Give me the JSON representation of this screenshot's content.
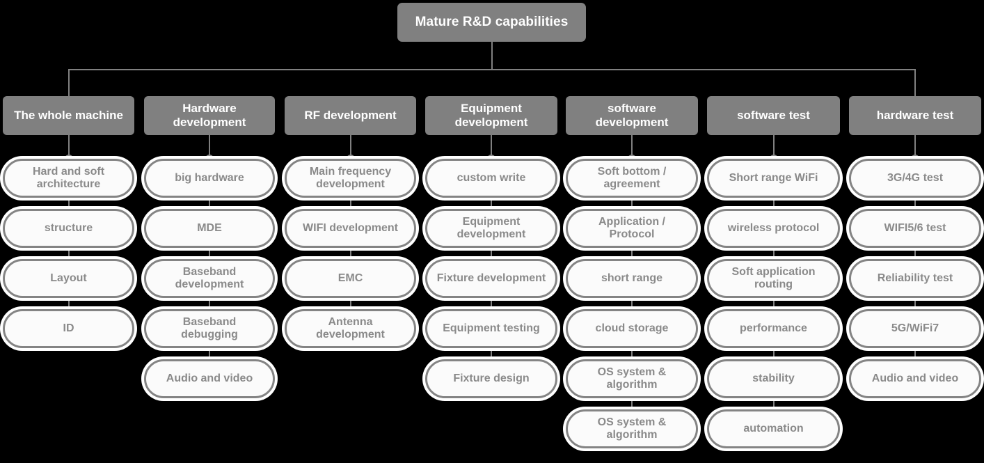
{
  "diagram": {
    "type": "org-tree",
    "root": {
      "label": "Mature R&D capabilities"
    },
    "colors": {
      "background": "#000000",
      "node_fill": "#808080",
      "node_text": "#ffffff",
      "card_fill": "#fbfbfb",
      "card_border": "#848484",
      "card_text": "#8a8a8a",
      "connector": "#808080"
    },
    "columns": [
      {
        "header": "The whole machine",
        "items": [
          "Hard and soft architecture",
          "structure",
          "Layout",
          "ID"
        ]
      },
      {
        "header": "Hardware development",
        "items": [
          "big hardware",
          "MDE",
          "Baseband development",
          "Baseband debugging",
          "Audio and video"
        ]
      },
      {
        "header": "RF development",
        "items": [
          "Main frequency development",
          "WIFI development",
          "EMC",
          "Antenna development"
        ]
      },
      {
        "header": "Equipment development",
        "items": [
          "custom write",
          "Equipment development",
          "Fixture development",
          "Equipment testing",
          "Fixture design"
        ]
      },
      {
        "header": "software development",
        "items": [
          "Soft bottom / agreement",
          "Application / Protocol",
          "short range",
          "cloud storage",
          "OS system & algorithm",
          "OS system & algorithm"
        ]
      },
      {
        "header": "software test",
        "items": [
          "Short range WiFi",
          "wireless protocol",
          "Soft application routing",
          "performance",
          "stability",
          "automation"
        ]
      },
      {
        "header": "hardware test",
        "items": [
          "3G/4G test",
          "WIFI5/6 test",
          "Reliability test",
          "5G/WiFi7",
          "Audio and video"
        ]
      }
    ]
  }
}
